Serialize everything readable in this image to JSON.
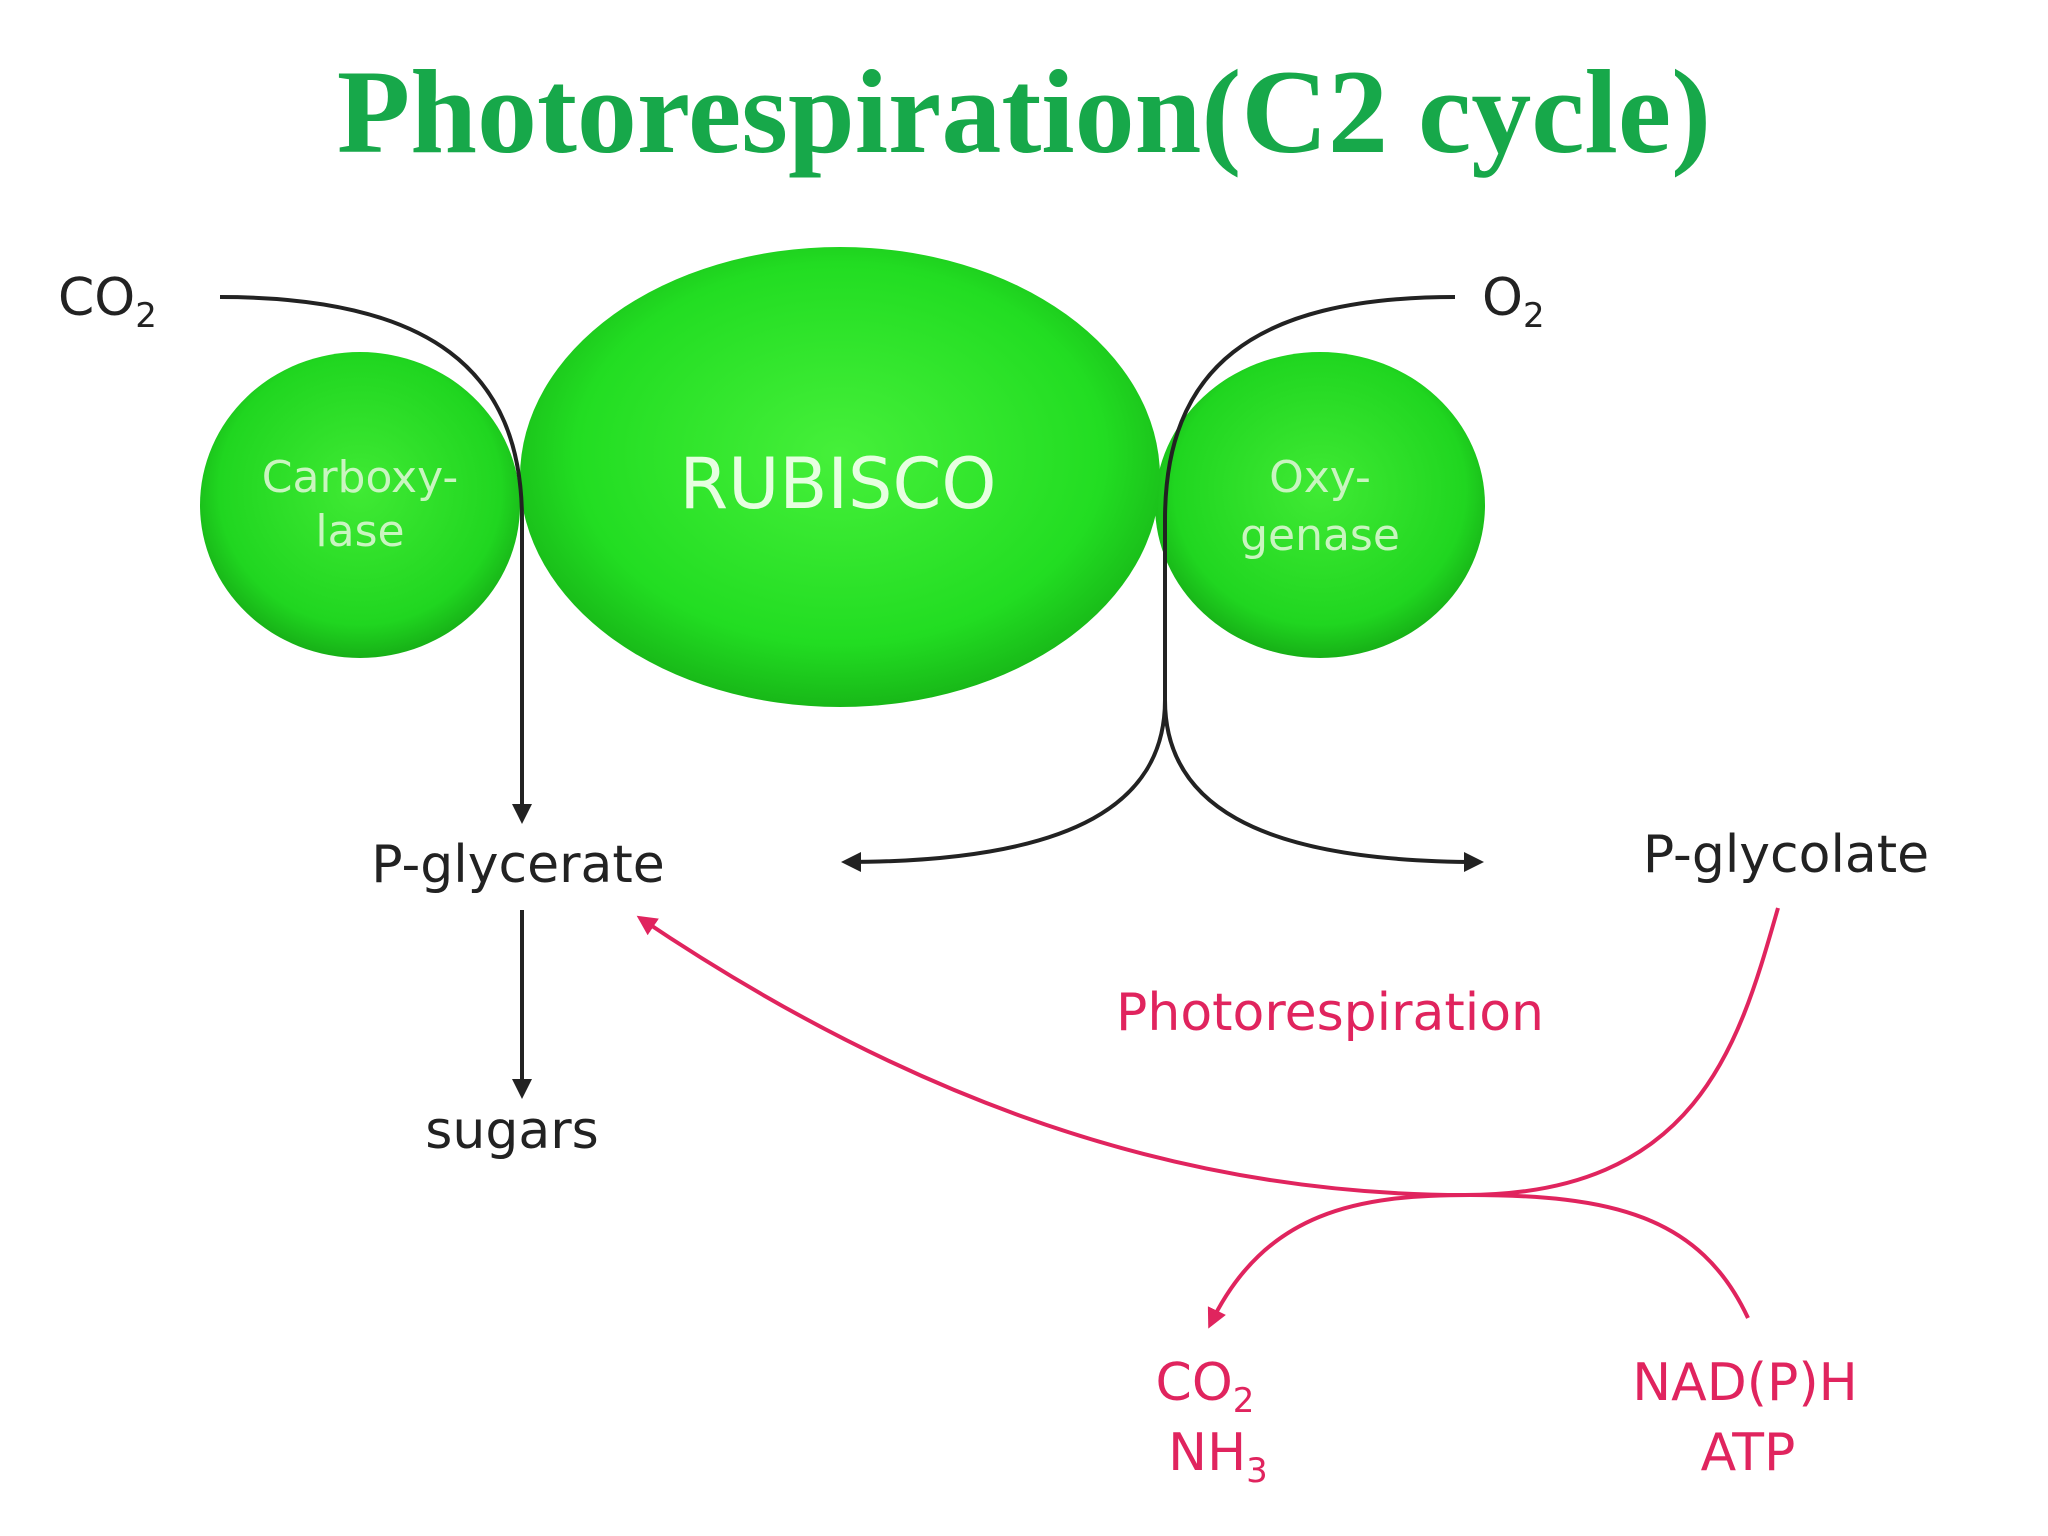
{
  "title": "Photorespiration(C2 cycle)",
  "nodes": {
    "rubisco": "RUBISCO",
    "carboxylase": [
      "Carboxy-",
      "lase"
    ],
    "oxygenase": [
      "Oxy-",
      "genase"
    ],
    "co2_in": {
      "main": "CO",
      "sub": "2"
    },
    "o2_in": {
      "main": "O",
      "sub": "2"
    },
    "p_glycerate": "P-glycerate",
    "p_glycolate": "P-glycolate",
    "sugars": "sugars",
    "photorespiration": "Photorespiration",
    "co2_out": {
      "main": "CO",
      "sub": "2"
    },
    "nh3_out": {
      "main": "NH",
      "sub": "3"
    },
    "nadph": "NAD(P)H",
    "atp": "ATP"
  },
  "colors": {
    "title": "#17a84a",
    "enzyme_green": "#22dd22",
    "pathway_black": "#222222",
    "photorespiration_red": "#e0245e"
  }
}
